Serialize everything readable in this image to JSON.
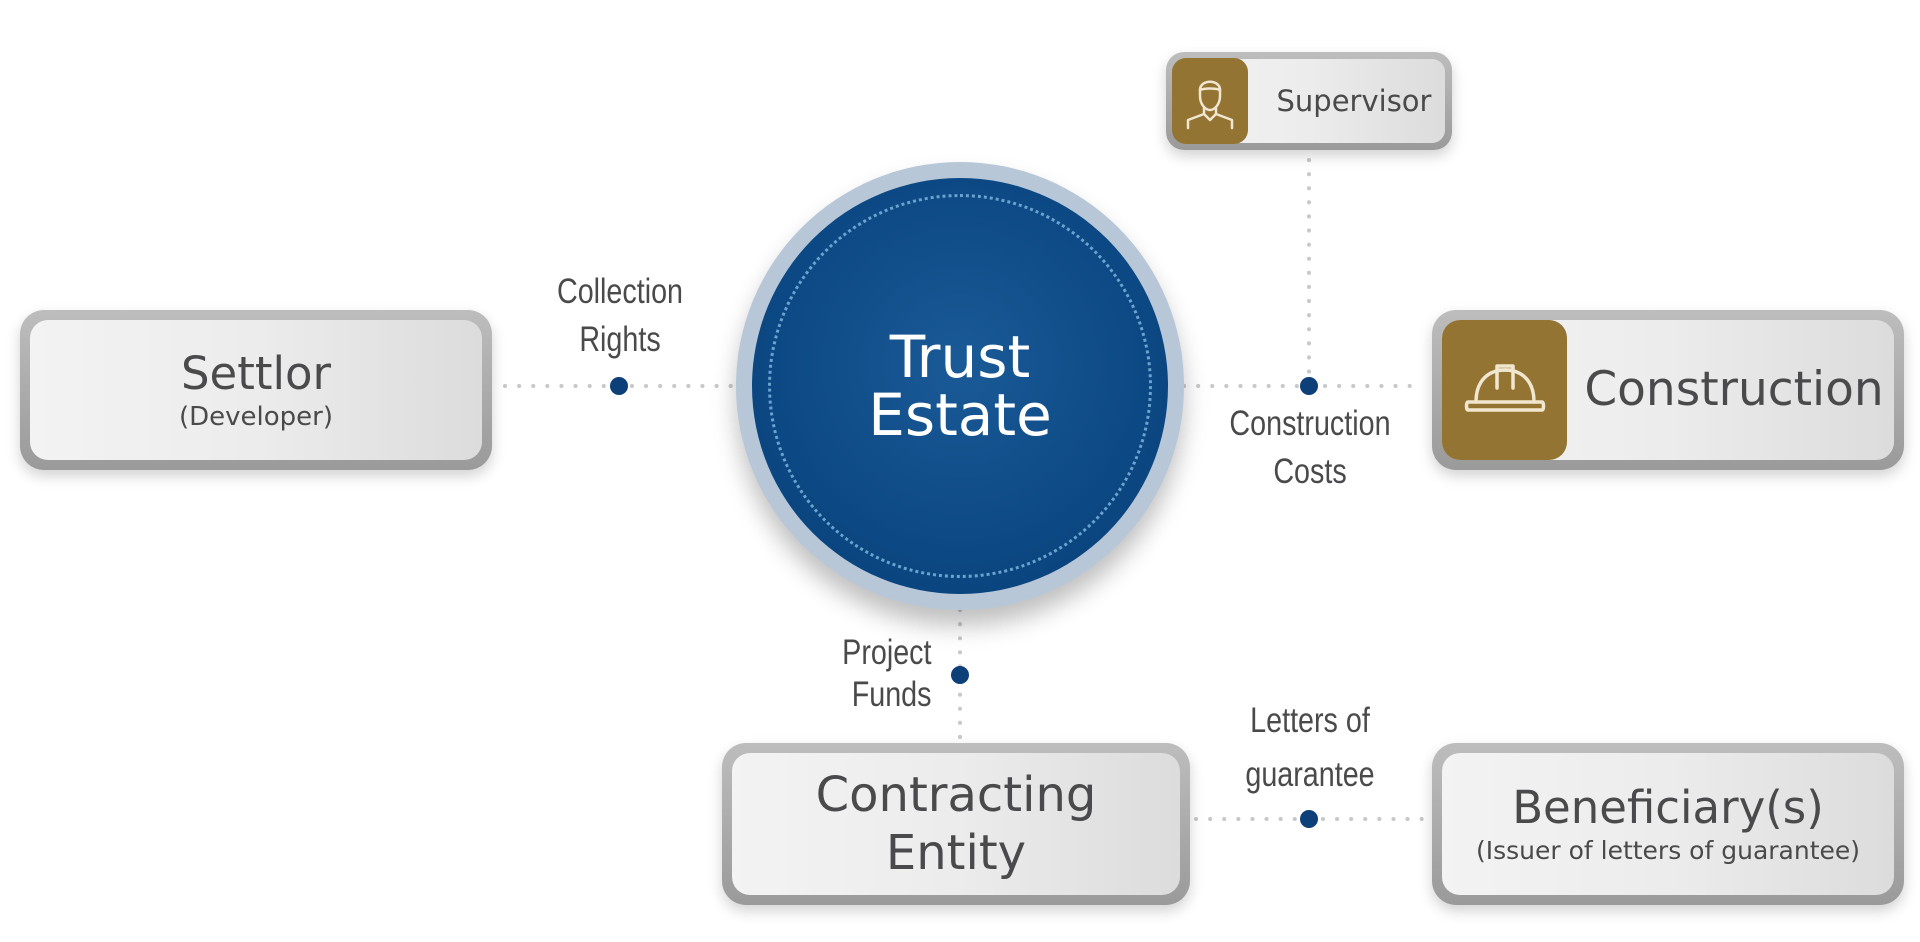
{
  "center": {
    "line1": "Trust",
    "line2": "Estate"
  },
  "nodes": {
    "settlor": {
      "title": "Settlor",
      "subtitle": "(Developer)"
    },
    "supervisor": {
      "title": "Supervisor",
      "icon": "person-icon"
    },
    "construction": {
      "title": "Construction",
      "icon": "hard-hat-icon"
    },
    "contracting_entity": {
      "line1": "Contracting",
      "line2": "Entity"
    },
    "beneficiaries": {
      "title": "Beneficiary(s)",
      "subtitle": "(Issuer of letters of guarantee)"
    }
  },
  "flows": {
    "collection_rights": {
      "line1": "Collection",
      "line2": "Rights"
    },
    "construction_costs": {
      "line1": "Construction",
      "line2": "Costs"
    },
    "project_funds": {
      "line1": "Project",
      "line2": "Funds"
    },
    "letters_of_guarantee": {
      "line1": "Letters of",
      "line2": "guarantee"
    }
  },
  "colors": {
    "brand_blue": "#0d4a86",
    "accent_gold": "#947433",
    "connector": "#c8c8c8",
    "node_dot": "#0d3f78"
  }
}
